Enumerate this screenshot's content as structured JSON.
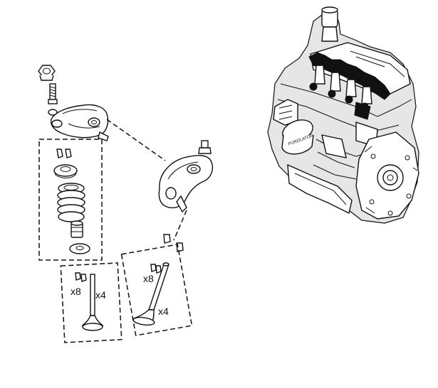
{
  "labels": {
    "left_keepers_qty": "x8",
    "left_valves_qty": "x4",
    "right_keepers_qty": "x8",
    "right_valves_qty": "x4"
  },
  "engine": {
    "oil_filter_text": "PUROLATOR"
  }
}
